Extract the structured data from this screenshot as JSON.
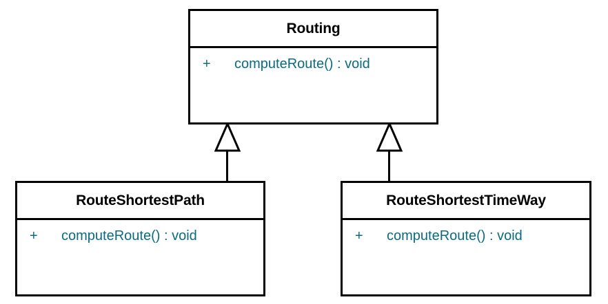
{
  "diagram": {
    "type": "uml-class-diagram",
    "background_color": "#ffffff",
    "border_color": "#000000",
    "title_color": "#000000",
    "member_color": "#0d6a7d",
    "classes": [
      {
        "id": "routing",
        "name": "Routing",
        "role": "superclass",
        "members": [
          {
            "visibility": "+",
            "signature": "computeRoute() : void"
          }
        ]
      },
      {
        "id": "route-shortest-path",
        "name": "RouteShortestPath",
        "role": "subclass",
        "members": [
          {
            "visibility": "+",
            "signature": "computeRoute() : void"
          }
        ]
      },
      {
        "id": "route-shortest-time-way",
        "name": "RouteShortestTimeWay",
        "role": "subclass",
        "members": [
          {
            "visibility": "+",
            "signature": "computeRoute() : void"
          }
        ]
      }
    ],
    "relationships": [
      {
        "kind": "generalization",
        "from": "route-shortest-path",
        "to": "routing"
      },
      {
        "kind": "generalization",
        "from": "route-shortest-time-way",
        "to": "routing"
      }
    ]
  }
}
